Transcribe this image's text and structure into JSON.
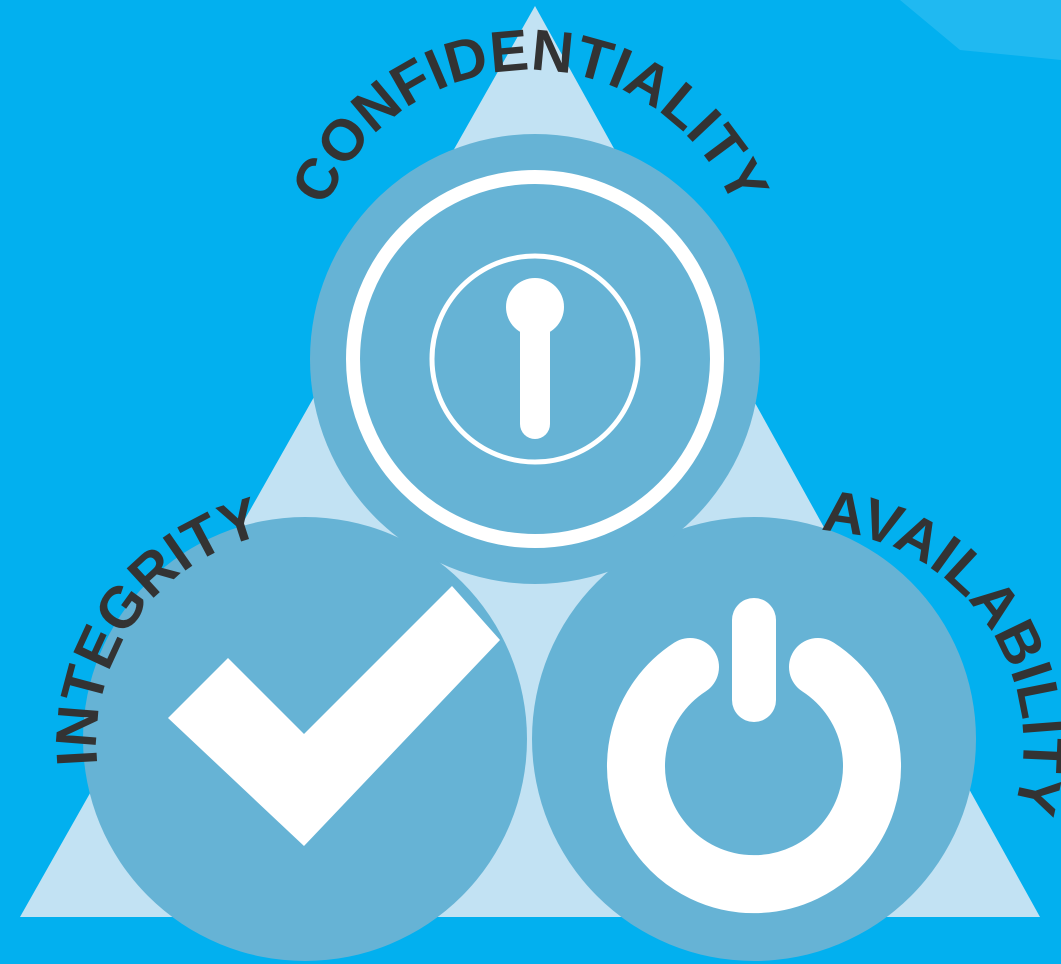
{
  "diagram": {
    "labels": {
      "confidentiality": "CONFIDENTIALITY",
      "integrity": "INTEGRITY",
      "availability": "AVAILABILITY"
    },
    "icons": {
      "confidentiality": "keyhole-icon",
      "integrity": "checkmark-icon",
      "availability": "power-icon"
    },
    "colors": {
      "background": "#02b0ef",
      "triangle": "#c2e2f3",
      "circle": "#66b3d5",
      "icon": "#ffffff",
      "label": "#333333"
    }
  }
}
